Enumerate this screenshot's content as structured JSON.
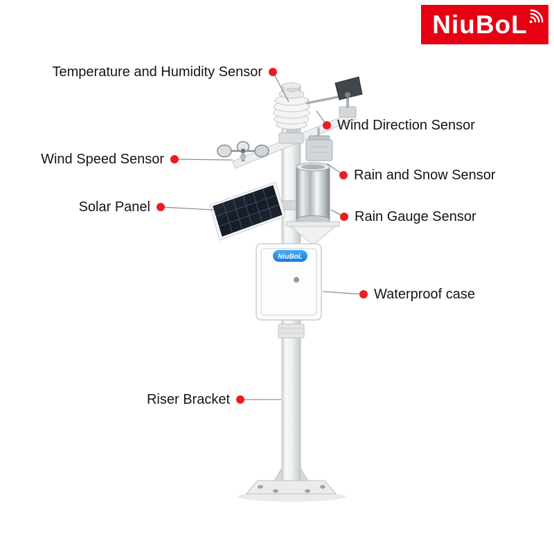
{
  "brand_logo": {
    "text": "NiuBoL",
    "background_color": "#e60012",
    "text_color": "#ffffff",
    "icon": "wifi-signal-icon"
  },
  "device_case": {
    "label": "NiuBoL",
    "label_background": "#2b9bf4"
  },
  "callouts": [
    {
      "id": "temperature-humidity-sensor",
      "label": "Temperature and Humidity Sensor",
      "side": "left"
    },
    {
      "id": "wind-direction-sensor",
      "label": "Wind Direction Sensor",
      "side": "right"
    },
    {
      "id": "wind-speed-sensor",
      "label": "Wind Speed Sensor",
      "side": "left"
    },
    {
      "id": "rain-and-snow-sensor",
      "label": "Rain and Snow Sensor",
      "side": "right"
    },
    {
      "id": "solar-panel",
      "label": "Solar Panel",
      "side": "left"
    },
    {
      "id": "rain-gauge-sensor",
      "label": "Rain Gauge Sensor",
      "side": "right"
    },
    {
      "id": "waterproof-case",
      "label": "Waterproof case",
      "side": "right"
    },
    {
      "id": "riser-bracket",
      "label": "Riser Bracket",
      "side": "left"
    }
  ],
  "style": {
    "callout_dot_color": "#ea1c24",
    "leader_line_color": "#8f8f8f",
    "label_text_color": "#141414",
    "background_color": "#ffffff"
  }
}
